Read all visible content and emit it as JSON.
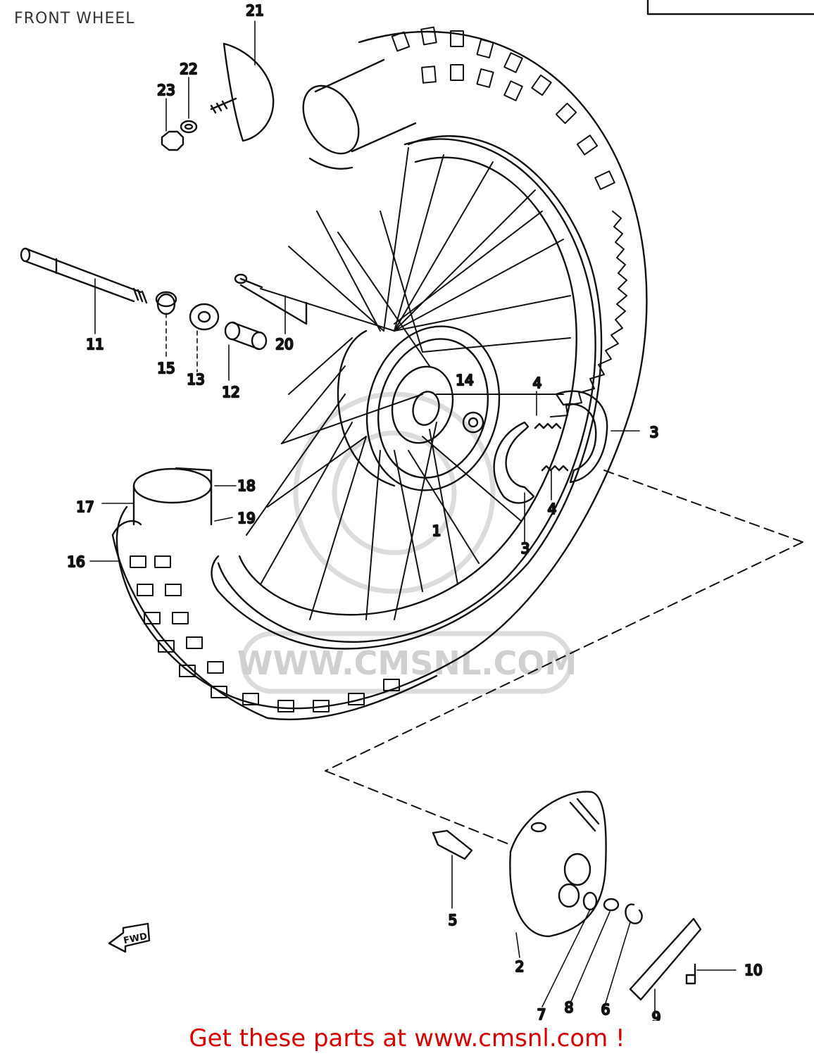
{
  "title": "FRONT WHEEL",
  "watermark": "WWW.CMSNL.COM",
  "footer": {
    "prefix": "Get these parts at ",
    "link": "www.cmsnl.com !"
  },
  "fwd_label": "FWD",
  "callouts": [
    "21",
    "22",
    "23",
    "11",
    "15",
    "13",
    "12",
    "20",
    "14",
    "4",
    "3",
    "18",
    "17",
    "19",
    "16",
    "1",
    "4",
    "3",
    "5",
    "2",
    "7",
    "8",
    "6",
    "9",
    "10"
  ],
  "colors": {
    "line": "#111111",
    "footer": "#d90000",
    "watermark": "#cccccc"
  }
}
